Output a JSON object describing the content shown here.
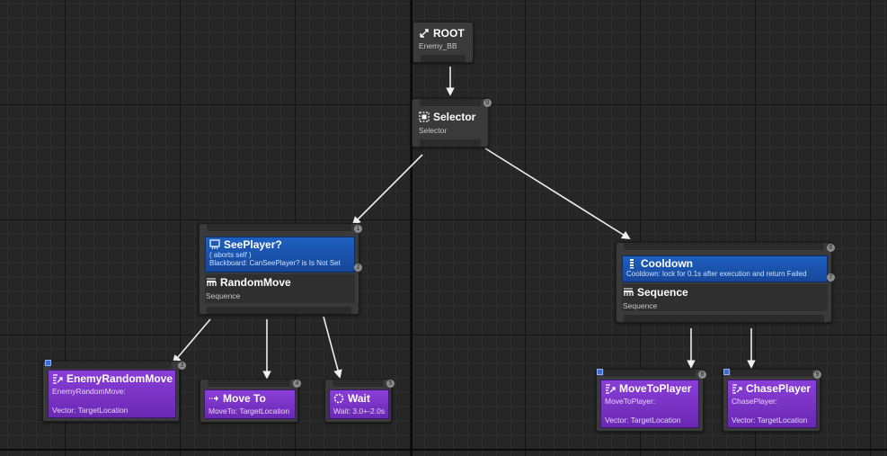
{
  "root": {
    "title": "ROOT",
    "subtitle": "Enemy_BB",
    "icon": "root-icon"
  },
  "selector": {
    "title": "Selector",
    "subtitle": "Selector",
    "badge": "0",
    "icon": "selector-icon"
  },
  "see_player_sequence": {
    "decorator": {
      "title": "SeePlayer?",
      "line1": "( aborts self )",
      "line2": "Blackboard: CanSeePlayer? is Is Not Set",
      "badge": "2",
      "icon": "blackboard-decorator-icon"
    },
    "composite": {
      "title": "RandomMove",
      "subtitle": "Sequence",
      "badge": "1",
      "icon": "sequence-icon"
    }
  },
  "cooldown_sequence": {
    "decorator": {
      "title": "Cooldown",
      "line1": "Cooldown: lock for 0.1s after execution and return Failed",
      "badge": "7",
      "icon": "cooldown-icon"
    },
    "composite": {
      "title": "Sequence",
      "subtitle": "Sequence",
      "badge": "6",
      "icon": "sequence-icon"
    }
  },
  "tasks": {
    "enemy_random_move": {
      "title": "EnemyRandomMove",
      "line1": "EnemyRandomMove:",
      "line2": "Vector: TargetLocation",
      "badge": "3",
      "icon": "blueprint-task-icon"
    },
    "move_to": {
      "title": "Move To",
      "line1": "MoveTo: TargetLocation",
      "badge": "4",
      "icon": "move-to-icon"
    },
    "wait": {
      "title": "Wait",
      "line1": "Wait: 3.0+-2.0s",
      "badge": "5",
      "icon": "wait-icon"
    },
    "move_to_player": {
      "title": "MoveToPlayer",
      "line1": "MoveToPlayer:",
      "line2": "Vector: TargetLocation",
      "badge": "8",
      "icon": "blueprint-task-icon"
    },
    "chase_player": {
      "title": "ChasePlayer",
      "line1": "ChasePlayer:",
      "line2": "Vector: TargetLocation",
      "badge": "9",
      "icon": "blueprint-task-icon"
    }
  },
  "colors": {
    "graph_bg": "#262626",
    "node_bg": "#3a3a3a",
    "decorator_blue": "#1e5fbf",
    "task_purple": "#7a33c8",
    "wire": "#e8e8e8"
  }
}
